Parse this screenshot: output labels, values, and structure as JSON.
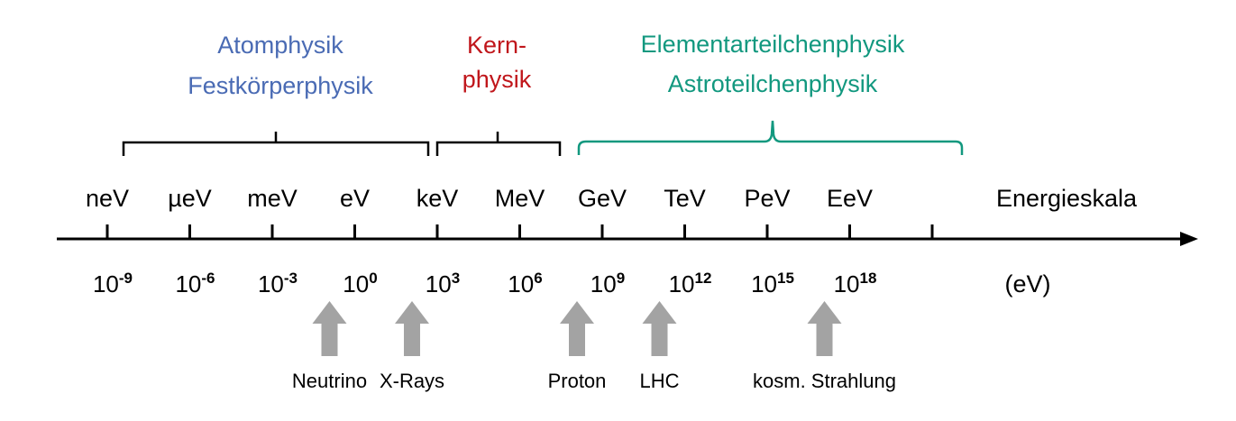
{
  "colors": {
    "atom": "#4a6bb4",
    "kern": "#c0161b",
    "elementar": "#12987f",
    "axis": "#000000",
    "arrow": "#a3a3a3"
  },
  "fields": {
    "atom": {
      "line1": "Atomphysik",
      "line2": "Festkörperphysik"
    },
    "kern": {
      "line1": "Kern-",
      "line2": "physik"
    },
    "elementar": {
      "line1": "Elementarteilchenphysik",
      "line2": "Astroteilchenphysik"
    }
  },
  "axis": {
    "label": "Energieskala",
    "unit": "(eV)",
    "units": [
      "neV",
      "µeV",
      "meV",
      "eV",
      "keV",
      "MeV",
      "GeV",
      "TeV",
      "PeV",
      "EeV"
    ],
    "powers": [
      {
        "base": "10",
        "exp": "-9"
      },
      {
        "base": "10",
        "exp": "-6"
      },
      {
        "base": "10",
        "exp": "-3"
      },
      {
        "base": "10",
        "exp": "0"
      },
      {
        "base": "10",
        "exp": "3"
      },
      {
        "base": "10",
        "exp": "6"
      },
      {
        "base": "10",
        "exp": "9"
      },
      {
        "base": "10",
        "exp": "12"
      },
      {
        "base": "10",
        "exp": "15"
      },
      {
        "base": "10",
        "exp": "18"
      }
    ]
  },
  "annotations": [
    {
      "label": "Neutrino",
      "exponent": 0
    },
    {
      "label": "X-Rays",
      "exponent": 3
    },
    {
      "label": "Proton",
      "exponent": 9
    },
    {
      "label": "LHC",
      "exponent": 12
    },
    {
      "label": "kosm. Strahlung",
      "exponent": 18
    }
  ]
}
